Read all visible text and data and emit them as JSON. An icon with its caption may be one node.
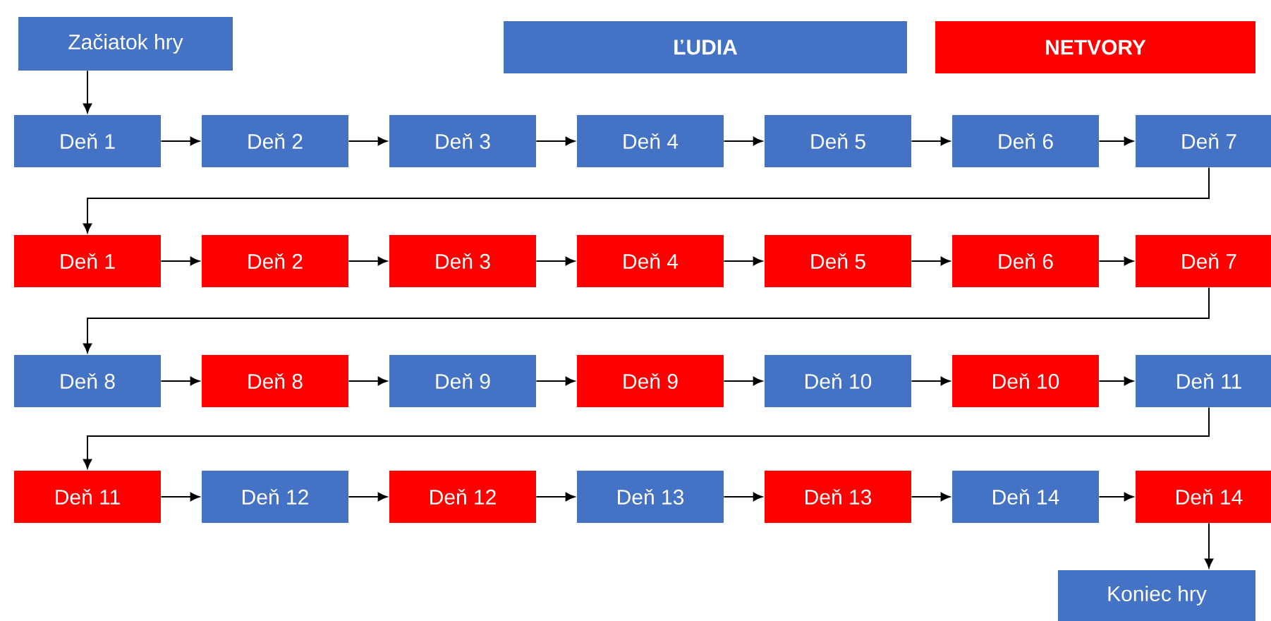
{
  "diagram": {
    "nodes": [
      {
        "text": [
          "Začiatok hry"
        ]
      },
      {
        "text": [
          "Deň 1"
        ]
      },
      {
        "text": [
          "Deň 2"
        ]
      },
      {
        "text": [
          "Deň 3"
        ]
      },
      {
        "text": [
          "Deň 4"
        ]
      },
      {
        "text": [
          "Deň 5"
        ]
      },
      {
        "text": [
          "Deň 6"
        ]
      },
      {
        "text": [
          "Deň 7"
        ]
      },
      {
        "text": [
          "Deň 1"
        ]
      },
      {
        "text": [
          "Deň 2"
        ]
      },
      {
        "text": [
          "Deň 3"
        ]
      },
      {
        "text": [
          "Deň 4"
        ]
      },
      {
        "text": [
          "Deň 5"
        ]
      },
      {
        "text": [
          "Deň 6"
        ]
      },
      {
        "text": [
          "Deň 7"
        ]
      },
      {
        "text": [
          "Deň 8"
        ]
      },
      {
        "text": [
          "Deň 8"
        ]
      },
      {
        "text": [
          "Deň 9"
        ]
      },
      {
        "text": [
          "Deň 9"
        ]
      },
      {
        "text": [
          "Deň 10"
        ]
      },
      {
        "text": [
          "Deň 10"
        ]
      },
      {
        "text": [
          "Deň 11"
        ]
      },
      {
        "text": [
          "Deň 11"
        ]
      },
      {
        "text": [
          "Deň 12"
        ]
      },
      {
        "text": [
          "Deň 12"
        ]
      },
      {
        "text": [
          "Deň 13"
        ]
      },
      {
        "text": [
          "Deň 13"
        ]
      },
      {
        "text": [
          "Deň 14"
        ]
      },
      {
        "text": [
          "Deň 14"
        ]
      },
      {
        "text": [
          "Koniec hry"
        ]
      }
    ],
    "edges": [
      {
        "from": 0,
        "to": 1,
        "arrow": "to"
      },
      {
        "from": 1,
        "to": 2,
        "arrow": "to"
      },
      {
        "from": 2,
        "to": 3,
        "arrow": "to"
      },
      {
        "from": 3,
        "to": 4,
        "arrow": "to"
      },
      {
        "from": 4,
        "to": 5,
        "arrow": "to"
      },
      {
        "from": 5,
        "to": 6,
        "arrow": "to"
      },
      {
        "from": 6,
        "to": 7,
        "arrow": "to"
      },
      {
        "from": 7,
        "to": 8,
        "arrow": "to"
      },
      {
        "from": 8,
        "to": 9,
        "arrow": "to"
      },
      {
        "from": 9,
        "to": 10,
        "arrow": "to"
      },
      {
        "from": 10,
        "to": 11,
        "arrow": "to"
      },
      {
        "from": 11,
        "to": 12,
        "arrow": "to"
      },
      {
        "from": 12,
        "to": 13,
        "arrow": "to"
      },
      {
        "from": 13,
        "to": 14,
        "arrow": "to"
      },
      {
        "from": 14,
        "to": 15,
        "arrow": "to"
      },
      {
        "from": 15,
        "to": 16,
        "arrow": "to"
      },
      {
        "from": 16,
        "to": 17,
        "arrow": "to"
      },
      {
        "from": 17,
        "to": 18,
        "arrow": "to"
      },
      {
        "from": 18,
        "to": 19,
        "arrow": "to"
      },
      {
        "from": 19,
        "to": 20,
        "arrow": "to"
      },
      {
        "from": 20,
        "to": 21,
        "arrow": "to"
      },
      {
        "from": 21,
        "to": 22,
        "arrow": "to"
      },
      {
        "from": 22,
        "to": 23,
        "arrow": "to"
      },
      {
        "from": 23,
        "to": 24,
        "arrow": "to"
      },
      {
        "from": 24,
        "to": 25,
        "arrow": "to"
      },
      {
        "from": 25,
        "to": 26,
        "arrow": "to"
      },
      {
        "from": 26,
        "to": 27,
        "arrow": "to"
      },
      {
        "from": 27,
        "to": 28,
        "arrow": "to"
      },
      {
        "from": 28,
        "to": 29,
        "arrow": "to"
      }
    ],
    "legend": [
      {
        "text": "ĽUDIA",
        "color": "#4472c4"
      },
      {
        "text": "NETVORY",
        "color": "#ff0000"
      }
    ]
  }
}
